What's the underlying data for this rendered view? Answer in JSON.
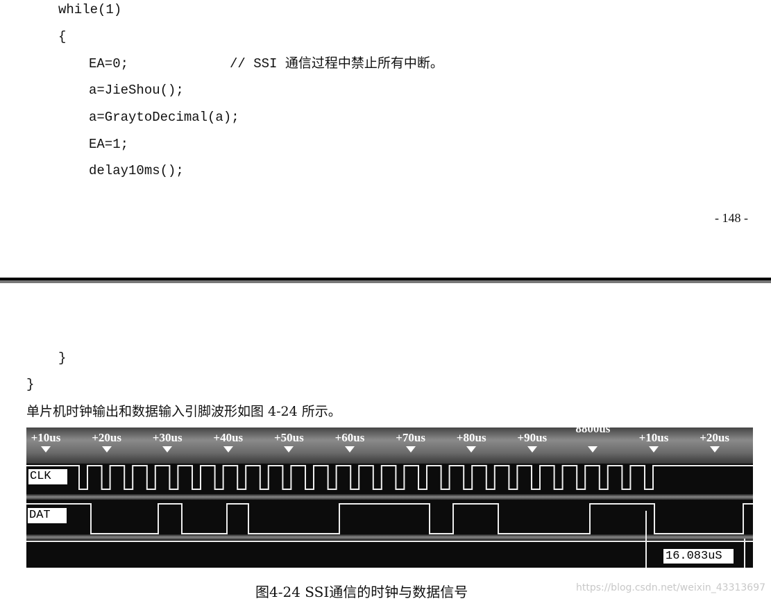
{
  "code_top": {
    "line1": "while(1)",
    "line2": "{",
    "line3": "EA=0;",
    "line3_comment": "// SSI 通信过程中禁止所有中断。",
    "line4": "a=JieShou();",
    "line5": "a=GraytoDecimal(a);",
    "line6": "EA=1;",
    "line7": "delay10ms();"
  },
  "page_number": "- 148 -",
  "code_bottom": {
    "line1": "}",
    "line2": "}"
  },
  "paragraph": "单片机时钟输出和数据输入引脚波形如图 4-24 所示。",
  "figure": {
    "time_ticks": [
      "+10us",
      "+20us",
      "+30us",
      "+40us",
      "+50us",
      "+60us",
      "+70us",
      "+80us",
      "+90us",
      "8800us",
      "+10us",
      "+20us"
    ],
    "channels": [
      "CLK",
      "DAT"
    ],
    "measurement": "16.083uS",
    "caption": "图4-24   SSI通信的时钟与数据信号",
    "colors": {
      "background": "#0c0c0c",
      "trace": "#ffffff"
    }
  },
  "watermark": "https://blog.csdn.net/weixin_43313697"
}
